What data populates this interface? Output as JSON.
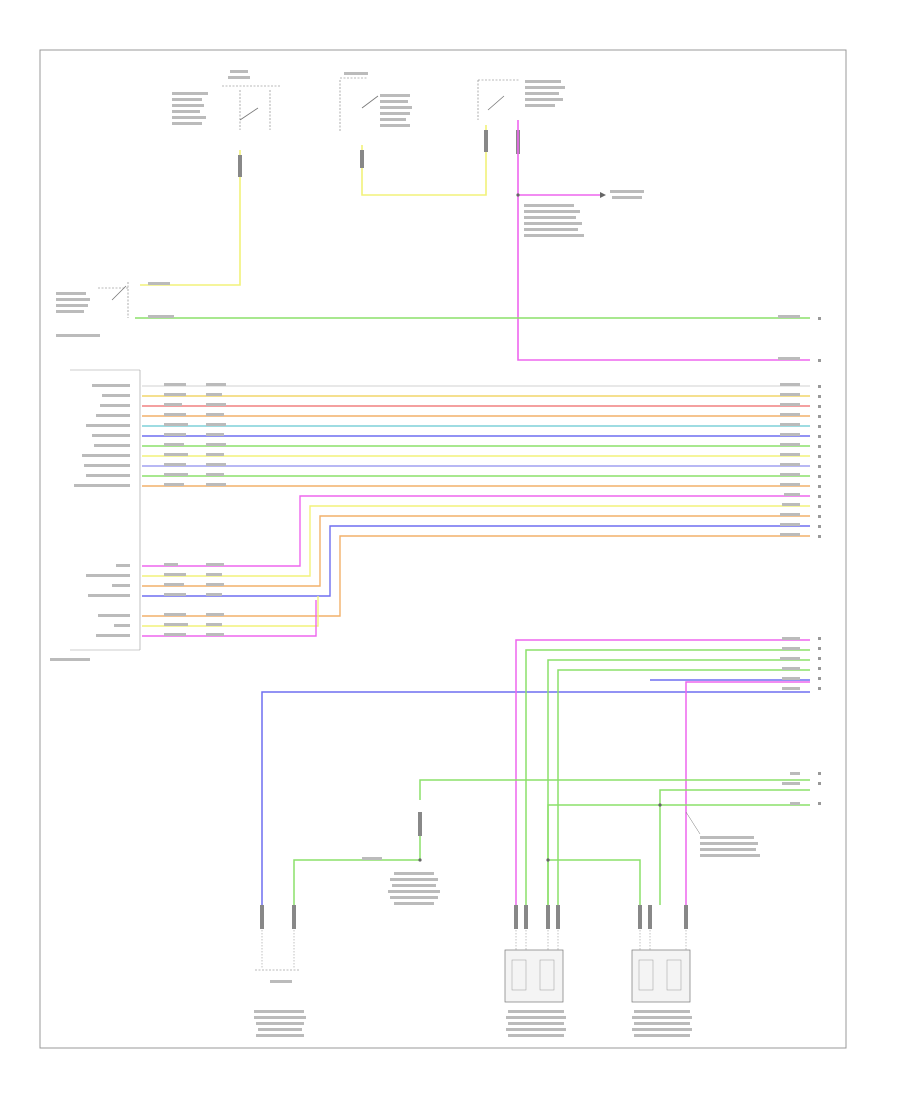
{
  "diagram": {
    "page_id": "",
    "colors": {
      "yellow": "#f2f27a",
      "green": "#8be06a",
      "magenta": "#ee66ee",
      "blue": "#6f6ff0",
      "orange": "#f2b06a",
      "red": "#f08080",
      "cyan": "#7fd0d8",
      "border": "#999999",
      "component": "#777777"
    },
    "components": [
      {
        "id": "top-left-switch",
        "icon": "switch-icon"
      },
      {
        "id": "top-center-switch",
        "icon": "switch-icon"
      },
      {
        "id": "top-right-relay",
        "icon": "relay-icon"
      },
      {
        "id": "clock-spring",
        "icon": "switch-icon"
      },
      {
        "id": "main-module",
        "icon": "module-block"
      },
      {
        "id": "sensor-bottom-left",
        "icon": "sensor-icon"
      },
      {
        "id": "sensor-bottom-middle",
        "icon": "sensor-icon"
      },
      {
        "id": "sensor-bottom-right",
        "icon": "sensor-icon"
      }
    ]
  }
}
